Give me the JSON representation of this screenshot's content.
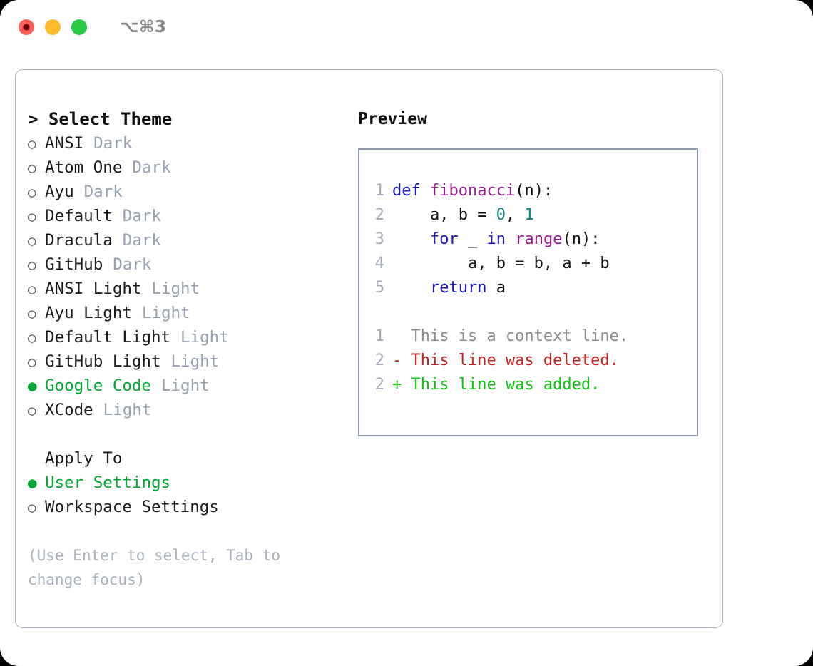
{
  "window": {
    "title": "⌥⌘3",
    "traffic_lights": [
      "close-recording",
      "minimize",
      "zoom"
    ]
  },
  "left": {
    "header_prefix": ">",
    "header": "Select Theme",
    "themes": [
      {
        "selected": false,
        "bullet": "○",
        "name": "ANSI",
        "category": "Dark"
      },
      {
        "selected": false,
        "bullet": "○",
        "name": "Atom One",
        "category": "Dark"
      },
      {
        "selected": false,
        "bullet": "○",
        "name": "Ayu",
        "category": "Dark"
      },
      {
        "selected": false,
        "bullet": "○",
        "name": "Default",
        "category": "Dark"
      },
      {
        "selected": false,
        "bullet": "○",
        "name": "Dracula",
        "category": "Dark"
      },
      {
        "selected": false,
        "bullet": "○",
        "name": "GitHub",
        "category": "Dark"
      },
      {
        "selected": false,
        "bullet": "○",
        "name": "ANSI Light",
        "category": "Light"
      },
      {
        "selected": false,
        "bullet": "○",
        "name": "Ayu Light",
        "category": "Light"
      },
      {
        "selected": false,
        "bullet": "○",
        "name": "Default Light",
        "category": "Light"
      },
      {
        "selected": false,
        "bullet": "○",
        "name": "GitHub Light",
        "category": "Light"
      },
      {
        "selected": true,
        "bullet": "●",
        "name": "Google Code",
        "category": "Light"
      },
      {
        "selected": false,
        "bullet": "○",
        "name": "XCode",
        "category": "Light"
      }
    ],
    "apply_to_header": "Apply To",
    "apply_to": [
      {
        "selected": true,
        "bullet": "●",
        "name": "User Settings"
      },
      {
        "selected": false,
        "bullet": "○",
        "name": "Workspace Settings"
      }
    ],
    "hint": "(Use Enter to select, Tab to change focus)"
  },
  "right": {
    "header": "Preview",
    "code_lines": [
      {
        "lineno": "1",
        "tokens": [
          {
            "t": "def ",
            "c": "kw"
          },
          {
            "t": "fibonacci",
            "c": "fn"
          },
          {
            "t": "(n):",
            "c": "pl"
          }
        ]
      },
      {
        "lineno": "2",
        "tokens": [
          {
            "t": "    a, b = ",
            "c": "pl"
          },
          {
            "t": "0",
            "c": "num"
          },
          {
            "t": ", ",
            "c": "pl"
          },
          {
            "t": "1",
            "c": "num"
          }
        ]
      },
      {
        "lineno": "3",
        "tokens": [
          {
            "t": "    ",
            "c": "pl"
          },
          {
            "t": "for",
            "c": "kw"
          },
          {
            "t": " _ ",
            "c": "pl"
          },
          {
            "t": "in",
            "c": "kw"
          },
          {
            "t": " ",
            "c": "pl"
          },
          {
            "t": "range",
            "c": "fn"
          },
          {
            "t": "(n):",
            "c": "pl"
          }
        ]
      },
      {
        "lineno": "4",
        "tokens": [
          {
            "t": "        a, b = b, a + b",
            "c": "pl"
          }
        ]
      },
      {
        "lineno": "5",
        "tokens": [
          {
            "t": "    ",
            "c": "pl"
          },
          {
            "t": "return",
            "c": "kw"
          },
          {
            "t": " a",
            "c": "pl"
          }
        ]
      }
    ],
    "diff_lines": [
      {
        "lineno": "1",
        "marker": " ",
        "text": "  This is a context line.",
        "kind": "ctx"
      },
      {
        "lineno": "2",
        "marker": "-",
        "text": "- This line was deleted.",
        "kind": "del"
      },
      {
        "lineno": "2",
        "marker": "+",
        "text": "+ This line was added.",
        "kind": "add"
      }
    ]
  },
  "colors": {
    "accent_green": "#00a832",
    "muted": "#98a1b0",
    "keyword": "#1a16c4",
    "function": "#9b1a8f",
    "number": "#0f8480",
    "diff_delete": "#c62222",
    "diff_add": "#12c212",
    "border": "#8d9aad"
  }
}
